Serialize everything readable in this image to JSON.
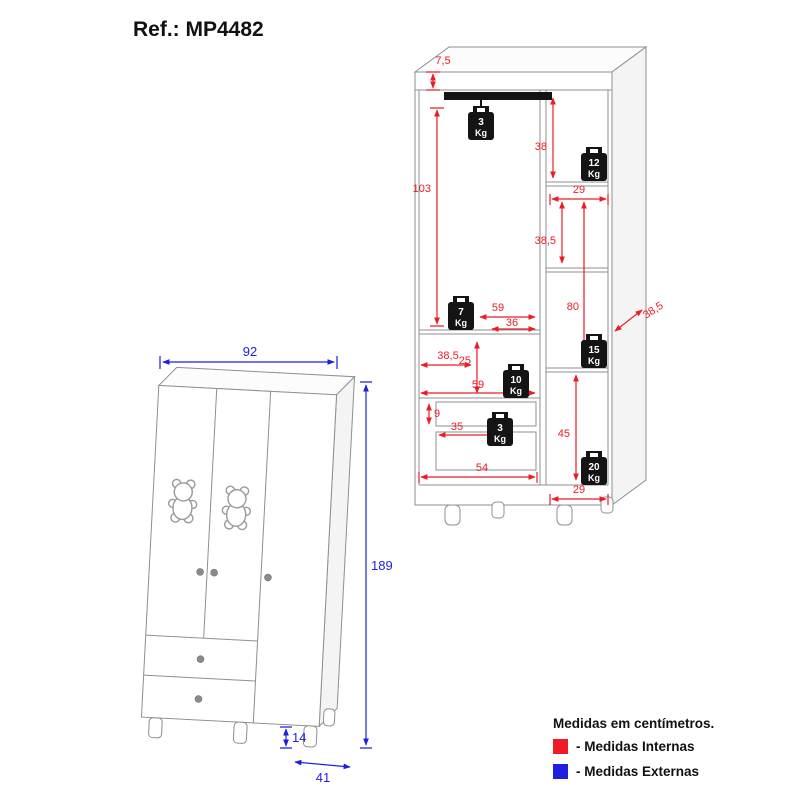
{
  "page": {
    "title": "Ref.: MP4482"
  },
  "colors": {
    "internal": "#ed1c24",
    "external": "#1f1fe0"
  },
  "legend": {
    "heading": "Medidas em centímetros.",
    "internal": "- Medidas Internas",
    "external": "- Medidas Externas"
  },
  "external_dims": {
    "width": "92",
    "height": "189",
    "foot_height": "14",
    "depth": "41"
  },
  "internal_dims": {
    "top_panel": "7,5",
    "hanging_height": "103",
    "shelf1_height": "38",
    "shelf1_width": "29",
    "shelf2_height": "38,5",
    "column_height": "80",
    "side_depth": "38,5",
    "hang_width": "59",
    "hang_inner_width": "36",
    "mid_depth": "38,5",
    "mid_height": "25",
    "mid_width": "59",
    "drawer_height": "9",
    "drawer_width": "35",
    "lower_height": "45",
    "lower_width": "29",
    "base_width": "29",
    "bottom_drawer_width": "54"
  },
  "weights": {
    "rod": {
      "value": "3",
      "unit": "Kg"
    },
    "top_shelf": {
      "value": "12",
      "unit": "Kg"
    },
    "hang_area": {
      "value": "7",
      "unit": "Kg"
    },
    "mid_shelf": {
      "value": "10",
      "unit": "Kg"
    },
    "right_shelf": {
      "value": "15",
      "unit": "Kg"
    },
    "drawer": {
      "value": "3",
      "unit": "Kg"
    },
    "bottom_shelf": {
      "value": "20",
      "unit": "Kg"
    }
  }
}
